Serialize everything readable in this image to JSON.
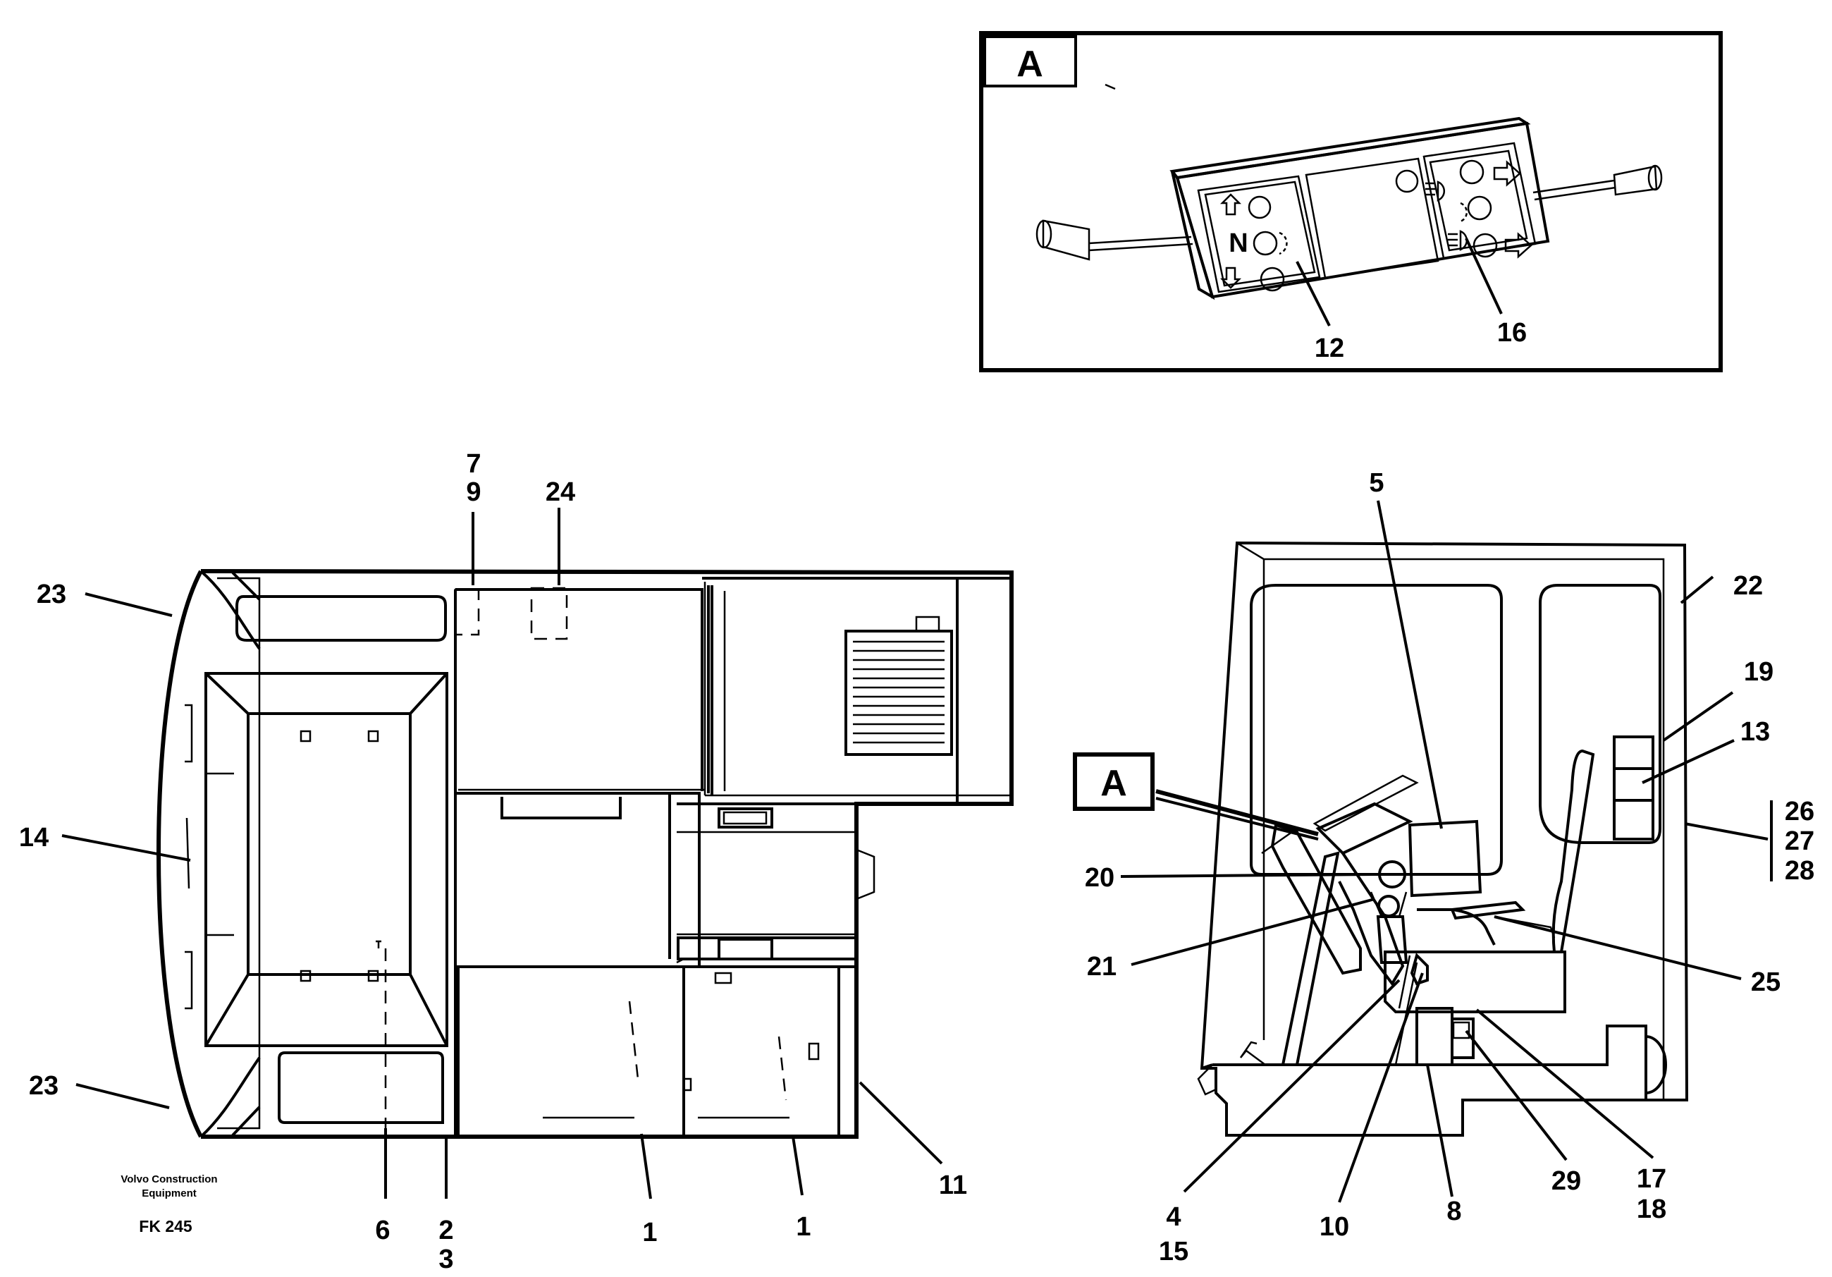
{
  "detail": {
    "box_letter": "A",
    "callouts": [
      "12",
      "16"
    ],
    "switch_symbols": {
      "neutral": "N"
    }
  },
  "plan_view": {
    "callouts": {
      "c23_top": "23",
      "c14": "14",
      "c23_bottom": "23",
      "c7": "7",
      "c9": "9",
      "c24": "24",
      "c6": "6",
      "c2": "2",
      "c3": "3",
      "c1_left": "1",
      "c1_right": "1",
      "c11": "11"
    },
    "manufacturer_line1": "Volvo Construction",
    "manufacturer_line2": "Equipment",
    "figure_code": "FK 245"
  },
  "side_view": {
    "box_letter": "A",
    "callouts": {
      "c5": "5",
      "c22": "22",
      "c19": "19",
      "c13": "13",
      "c26": "26",
      "c27": "27",
      "c28": "28",
      "c20": "20",
      "c21": "21",
      "c25": "25",
      "c4": "4",
      "c15": "15",
      "c10": "10",
      "c8": "8",
      "c29": "29",
      "c17": "17",
      "c18": "18"
    }
  }
}
